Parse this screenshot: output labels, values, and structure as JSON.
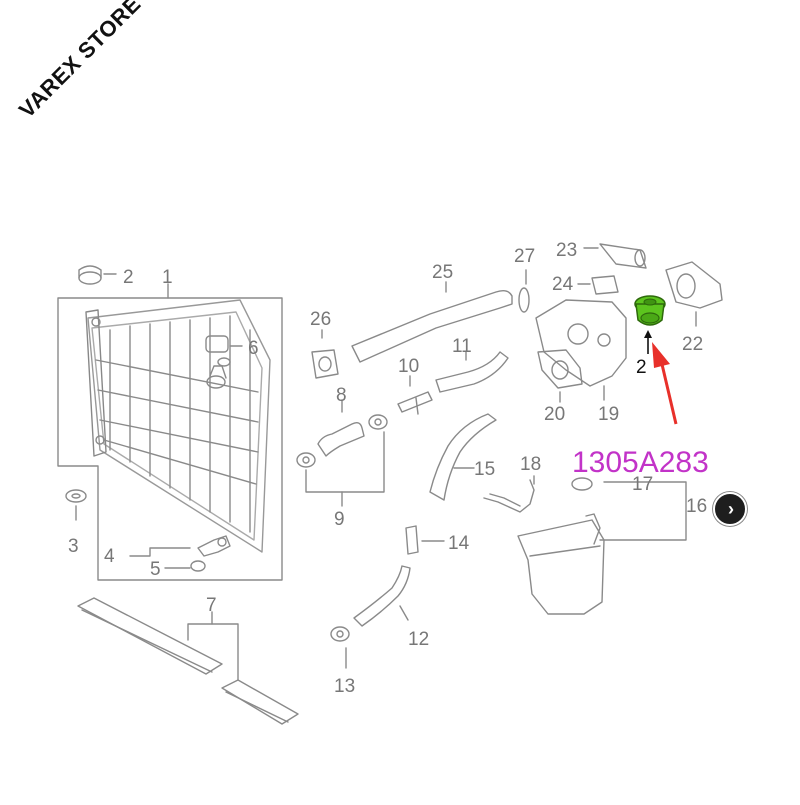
{
  "watermark": "VAREX STORE",
  "part_number": "1305A283",
  "callouts": {
    "c1": "1",
    "c2a": "2",
    "c2b": "2",
    "c3": "3",
    "c4": "4",
    "c5": "5",
    "c6": "6",
    "c7": "7",
    "c8": "8",
    "c9": "9",
    "c10": "10",
    "c11": "11",
    "c12": "12",
    "c13": "13",
    "c14": "14",
    "c15": "15",
    "c16": "16",
    "c17": "17",
    "c18": "18",
    "c19": "19",
    "c20": "20",
    "c22": "22",
    "c23": "23",
    "c24": "24",
    "c25": "25",
    "c26": "26",
    "c27": "27"
  },
  "next_icon": "chevron-right-icon",
  "colors": {
    "highlight_part": "#5cc41e",
    "arrow": "#e8302a",
    "part_number": "#c233c8",
    "line_art": "#8a8a8a",
    "labels": "#777777"
  }
}
